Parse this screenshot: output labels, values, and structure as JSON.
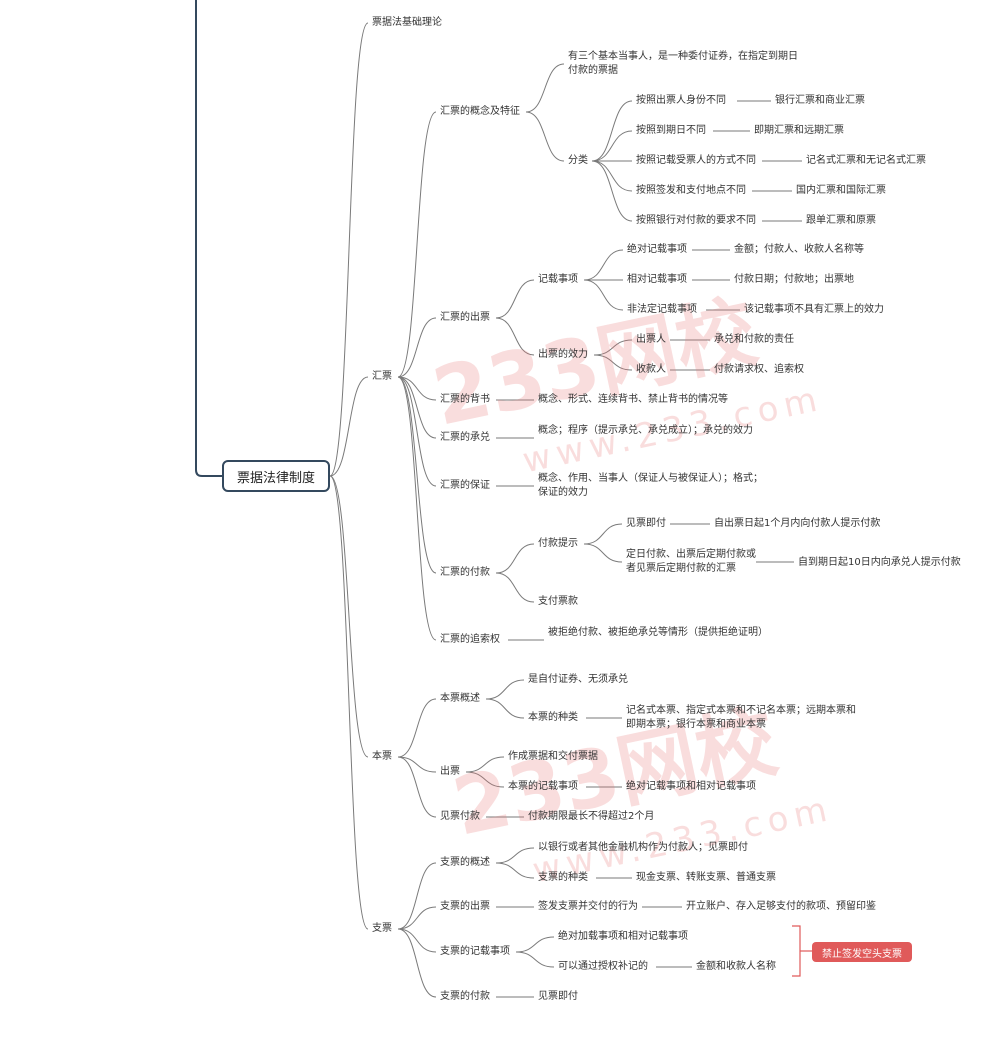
{
  "root": "票据法律制度",
  "badge": "禁止签发空头支票",
  "watermark": {
    "big": "233网校",
    "small": "www.233.com"
  },
  "colors": {
    "line": "#7a7a7a",
    "root_border": "#34495e",
    "badge": "#e05a5a",
    "bracket": "#e05a5a"
  },
  "nodes": {
    "n_basic": "票据法基础理论",
    "n_draft": "汇票",
    "n_d_concept": "汇票的概念及特征",
    "n_d_c1": "有三个基本当事人，是一种委付证券，在指定到期日付款的票据",
    "n_d_class": "分类",
    "n_cls1": "按照出票人身份不同",
    "n_cls1v": "银行汇票和商业汇票",
    "n_cls2": "按照到期日不同",
    "n_cls2v": "即期汇票和远期汇票",
    "n_cls3": "按照记载受票人的方式不同",
    "n_cls3v": "记名式汇票和无记名式汇票",
    "n_cls4": "按照签发和支付地点不同",
    "n_cls4v": "国内汇票和国际汇票",
    "n_cls5": "按照银行对付款的要求不同",
    "n_cls5v": "跟单汇票和原票",
    "n_d_issue": "汇票的出票",
    "n_rec": "记载事项",
    "n_rec1": "绝对记载事项",
    "n_rec1v": "金额；付款人、收款人名称等",
    "n_rec2": "相对记载事项",
    "n_rec2v": "付款日期；付款地；出票地",
    "n_rec3": "非法定记载事项",
    "n_rec3v": "该记载事项不具有汇票上的效力",
    "n_eff": "出票的效力",
    "n_eff1": "出票人",
    "n_eff1v": "承兑和付款的责任",
    "n_eff2": "收款人",
    "n_eff2v": "付款请求权、追索权",
    "n_d_endorse": "汇票的背书",
    "n_d_endorsev": "概念、形式、连续背书、禁止背书的情况等",
    "n_d_accept": "汇票的承兑",
    "n_d_acceptv": "概念；程序（提示承兑、承兑成立）；承兑的效力",
    "n_d_guar": "汇票的保证",
    "n_d_guarv": "概念、作用、当事人（保证人与被保证人）；格式；保证的效力",
    "n_d_pay": "汇票的付款",
    "n_pres": "付款提示",
    "n_pres1": "见票即付",
    "n_pres1v": "自出票日起1个月内向付款人提示付款",
    "n_pres2": "定日付款、出票后定期付款或者见票后定期付款的汇票",
    "n_pres2v": "自到期日起10日内向承兑人提示付款",
    "n_paynote": "支付票款",
    "n_d_recourse": "汇票的追索权",
    "n_d_recoursev": "被拒绝付款、被拒绝承兑等情形（提供拒绝证明）",
    "n_prom": "本票",
    "n_p_over": "本票概述",
    "n_p_over1": "是自付证券、无须承兑",
    "n_p_kind": "本票的种类",
    "n_p_kindv": "记名式本票、指定式本票和不记名本票；远期本票和即期本票；银行本票和商业本票",
    "n_p_issue": "出票",
    "n_p_issue1": "作成票据和交付票据",
    "n_p_rec": "本票的记载事项",
    "n_p_recv": "绝对记载事项和相对记载事项",
    "n_p_sight": "见票付款",
    "n_p_sightv": "付款期限最长不得超过2个月",
    "n_chk": "支票",
    "n_c_over": "支票的概述",
    "n_c_over1": "以银行或者其他金融机构作为付款人；见票即付",
    "n_c_kind": "支票的种类",
    "n_c_kindv": "现金支票、转账支票、普通支票",
    "n_c_issue": "支票的出票",
    "n_c_issue1": "签发支票并交付的行为",
    "n_c_issue2": "开立账户、存入足够支付的款项、预留印鉴",
    "n_c_rec": "支票的记载事项",
    "n_c_rec1": "绝对加载事项和相对记载事项",
    "n_c_rec2": "可以通过授权补记的",
    "n_c_rec2v": "金额和收款人名称",
    "n_c_pay": "支票的付款",
    "n_c_payv": "见票即付"
  }
}
